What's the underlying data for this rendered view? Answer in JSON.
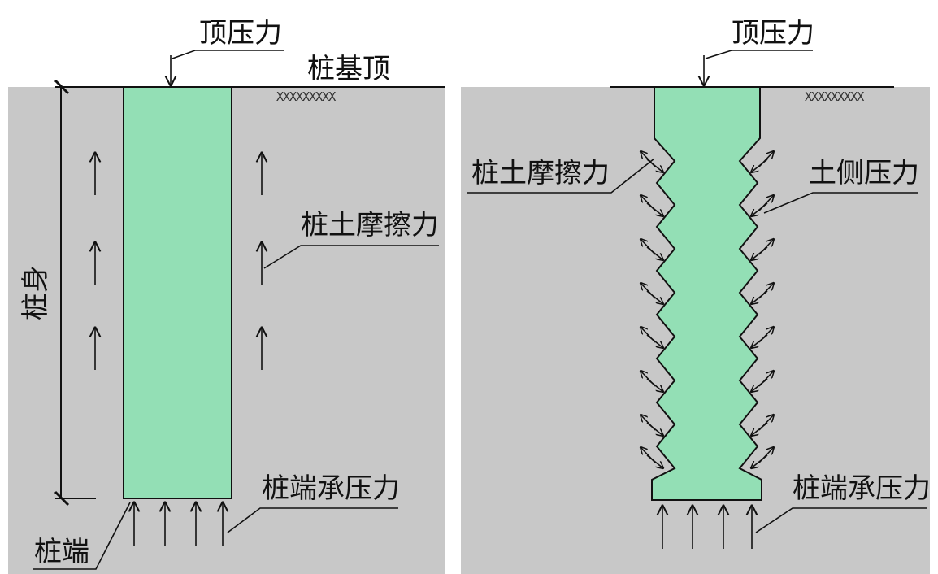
{
  "colors": {
    "soil": "#c8c8c8",
    "pile": "#93dfb5",
    "ink": "#111111",
    "background": "#ffffff"
  },
  "left_panel": {
    "top_force": "顶压力",
    "pile_top": "桩基顶",
    "pile_body": "桩身",
    "side_friction": "桩土摩擦力",
    "tip_bearing": "桩端承压力",
    "pile_tip": "桩端",
    "hatch": "XXXXXXXXX"
  },
  "right_panel": {
    "top_force": "顶压力",
    "side_friction": "桩土摩擦力",
    "lateral_pressure": "土侧压力",
    "tip_bearing": "桩端承压力",
    "hatch": "XXXXXXXXX"
  }
}
